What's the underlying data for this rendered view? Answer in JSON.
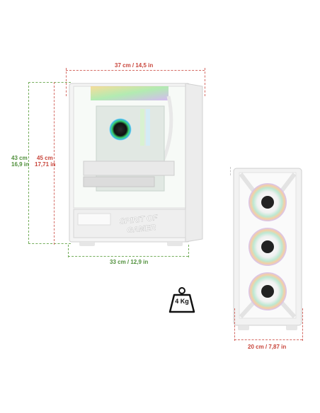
{
  "product": {
    "brand_logo": "SPIRIT OF GAMER",
    "weight": "4 Kg"
  },
  "dimensions": {
    "depth_top": "37 cm / 14,5 in",
    "depth_bottom": "33 cm / 12,9 in",
    "height_outer_cm": "43 cm",
    "height_outer_in": "16,9 in",
    "height_inner_cm": "45 cm",
    "height_inner_in": "17,71 in",
    "width_front": "20 cm / 7,87 in"
  },
  "icons": {
    "weight": "weight-icon",
    "fan": "rgb-fan-icon"
  },
  "colors": {
    "dimension_red": "#c8443a",
    "dimension_green": "#4f8f3a",
    "case_white": "#f2f2f2"
  }
}
